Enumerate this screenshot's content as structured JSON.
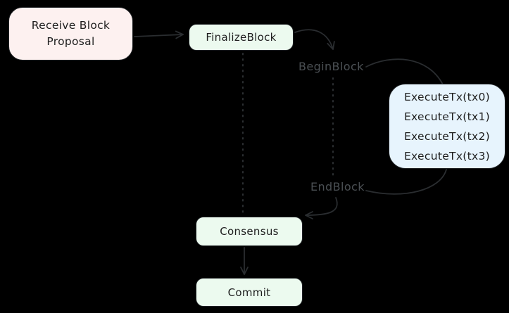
{
  "diagram": {
    "nodes": {
      "receive_block_proposal": {
        "line1": "Receive Block",
        "line2": "Proposal",
        "fill": "#fdf1f0"
      },
      "finalize_block": {
        "label": "FinalizeBlock",
        "fill": "#ecfaef"
      },
      "execute_tx": {
        "lines": [
          "ExecuteTx(tx0)",
          "ExecuteTx(tx1)",
          "ExecuteTx(tx2)",
          "ExecuteTx(tx3)"
        ],
        "fill": "#e7f4fd"
      },
      "consensus": {
        "label": "Consensus",
        "fill": "#ecfaef"
      },
      "commit": {
        "label": "Commit",
        "fill": "#ecfaef"
      }
    },
    "edge_labels": {
      "begin_block": "BeginBlock",
      "end_block": "EndBlock"
    },
    "colors": {
      "background": "#000000",
      "connector_stroke": "#2a2d30",
      "node_border": "#1f2225",
      "node_text": "#1e1e1e",
      "edge_label_text": "#4b5054"
    }
  }
}
